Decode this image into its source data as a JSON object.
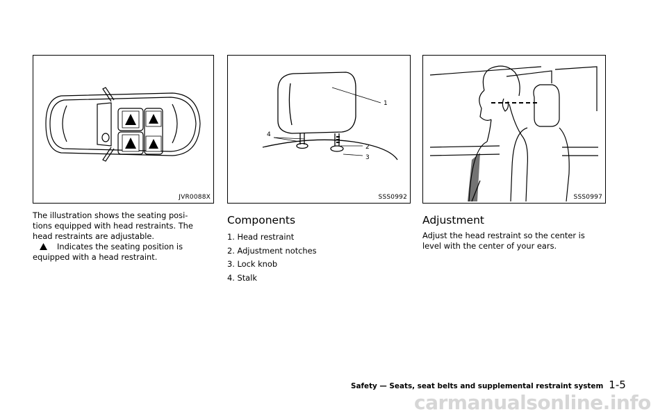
{
  "figures": [
    {
      "code": "JVR0088X"
    },
    {
      "code": "SSS0992",
      "callouts": [
        "1",
        "2",
        "3",
        "4"
      ]
    },
    {
      "code": "SSS0997"
    }
  ],
  "col1": {
    "para1_line1": "The illustration shows the seating posi-",
    "para1_line2": "tions equipped with head restraints. The",
    "para1_line3": "head restraints are adjustable.",
    "para2_line1": "Indicates the seating position is",
    "para2_line2": "equipped with a head restraint."
  },
  "col2": {
    "heading": "Components",
    "items": [
      "1. Head restraint",
      "2. Adjustment notches",
      "3. Lock knob",
      "4. Stalk"
    ]
  },
  "col3": {
    "heading": "Adjustment",
    "line1": "Adjust the head restraint so the center is",
    "line2": "level with the center of your ears."
  },
  "footer": {
    "section": "Safety — Seats, seat belts and supplemental restraint system",
    "page": "1-5"
  },
  "watermark": "carmanualsonline.info"
}
